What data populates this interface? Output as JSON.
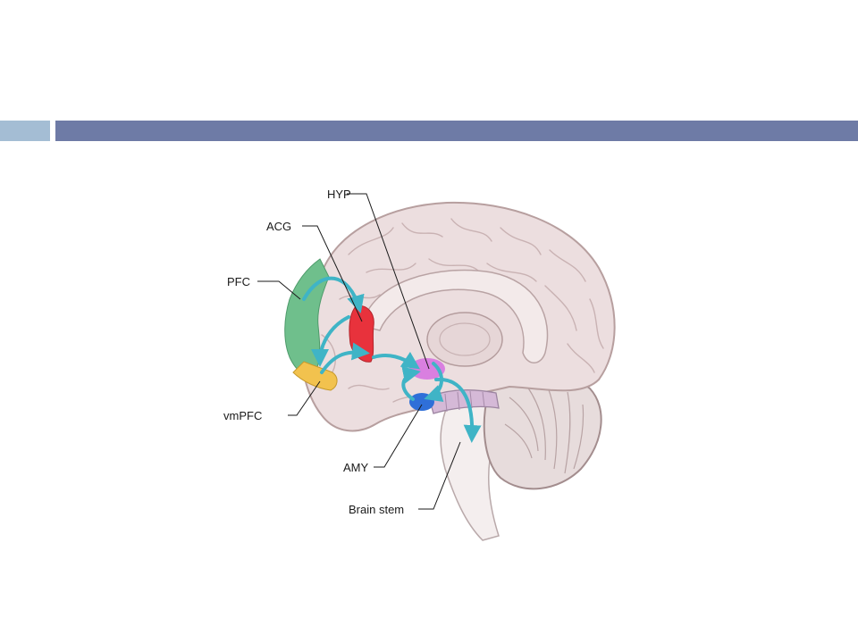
{
  "slide": {
    "header_bar_colors": {
      "small": "#a4bdd4",
      "large": "#6e7ba6"
    }
  },
  "diagram": {
    "labels": {
      "hyp": "HYP",
      "acg": "ACG",
      "pfc": "PFC",
      "vmpfc": "vmPFC",
      "amy": "AMY",
      "brain_stem": "Brain stem"
    },
    "region_colors": {
      "pfc": "#6fbf8c",
      "vmpfc": "#f2c24e",
      "acg": "#e8323c",
      "hyp": "#d66ee0",
      "amy": "#2f6fd8",
      "arrows": "#3fb4c6",
      "cortex": "#ecdedf",
      "cerebellum": "#e7dcdc",
      "brainstem": "#f4eeee"
    }
  }
}
